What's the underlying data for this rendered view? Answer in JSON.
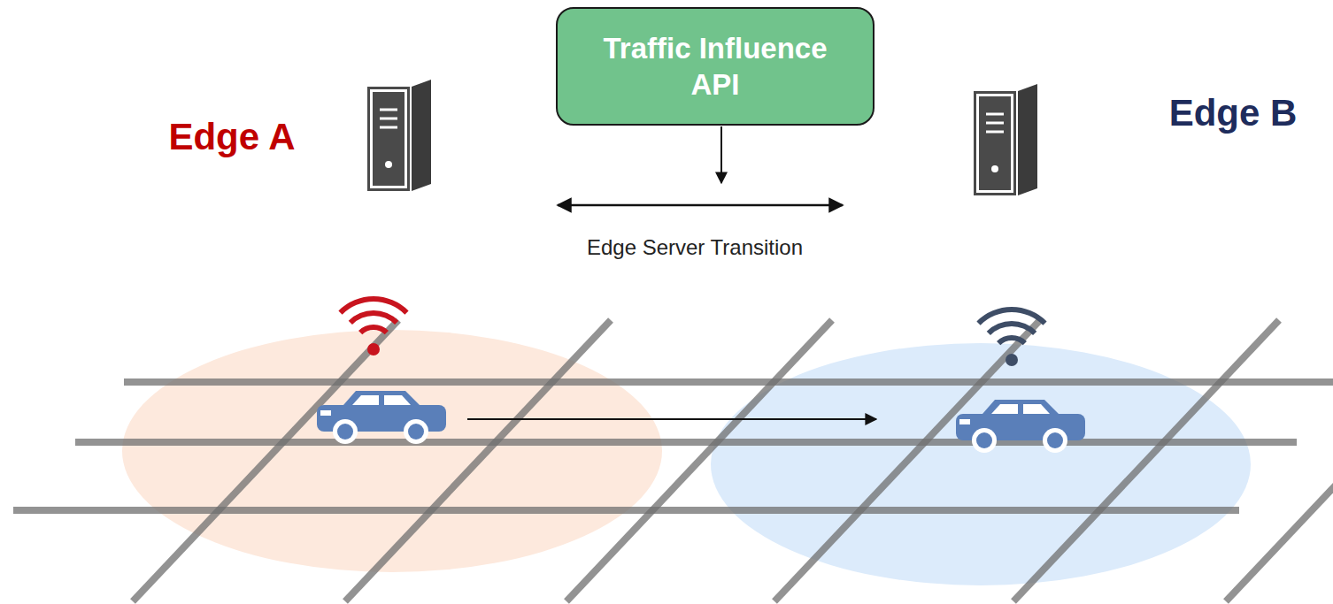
{
  "diagram": {
    "nodes": [
      {
        "text": [
          "Traffic Influence API"
        ]
      }
    ],
    "labels": [
      "Edge A",
      "Edge B",
      "Edge Server Transition"
    ]
  }
}
